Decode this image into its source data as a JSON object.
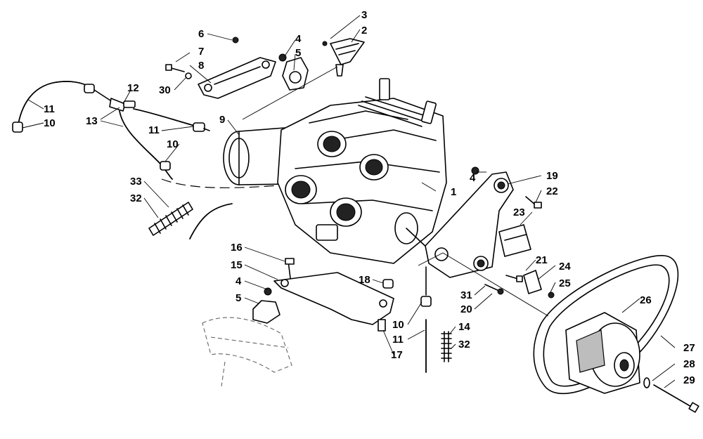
{
  "callouts": {
    "c1": "1",
    "c2": "2",
    "c3": "3",
    "c4a": "4",
    "c4b": "4",
    "c4c": "4",
    "c5a": "5",
    "c5b": "5",
    "c6": "6",
    "c7": "7",
    "c8": "8",
    "c9": "9",
    "c10a": "10",
    "c10b": "10",
    "c10c": "10",
    "c11a": "11",
    "c11b": "11",
    "c11c": "11",
    "c12": "12",
    "c13": "13",
    "c14": "14",
    "c15": "15",
    "c16": "16",
    "c17": "17",
    "c18": "18",
    "c19": "19",
    "c20": "20",
    "c21": "21",
    "c22": "22",
    "c23": "23",
    "c24": "24",
    "c25": "25",
    "c26": "26",
    "c27": "27",
    "c28": "28",
    "c29": "29",
    "c30": "30",
    "c31": "31",
    "c32a": "32",
    "c32b": "32",
    "c33": "33"
  }
}
